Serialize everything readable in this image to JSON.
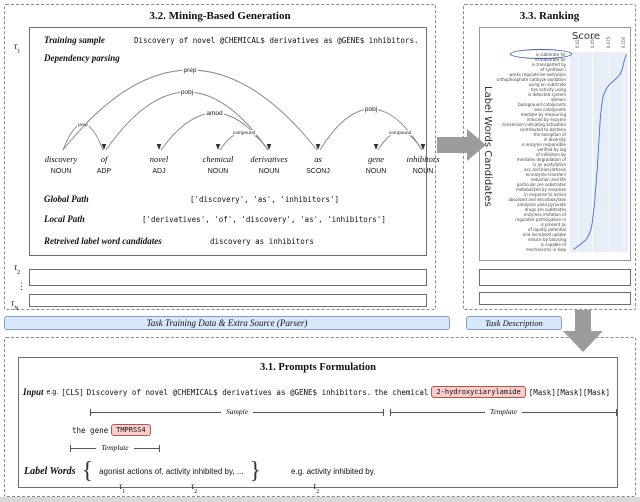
{
  "colors": {
    "chip_fill": "#f8cecc",
    "chip_stroke": "#b85450",
    "bar_fill": "#dae8fc",
    "bar_stroke": "#7d9fd1",
    "curve": "#4a6fd4",
    "arrow_gray": "#9c9c9c",
    "ellipse": "#3a5bbf"
  },
  "mining": {
    "title": "3.2. Mining-Based Generation",
    "tau1": {
      "sym": "τ",
      "sub": "1"
    },
    "tau2": {
      "sym": "τ",
      "sub": "2"
    },
    "tauN": {
      "sym": "τ",
      "sub": "N"
    },
    "dots": "⋮",
    "training_sample_label": "Training sample",
    "training_sample_text": "Discovery of novel @CHEMICAL$ derivatives as @GENE$ inhibitors.",
    "dependency_label": "Dependency parsing",
    "dependency": {
      "words": [
        {
          "text": "discovery",
          "pos": "NOUN"
        },
        {
          "text": "of",
          "pos": "ADP"
        },
        {
          "text": "novel",
          "pos": "ADJ"
        },
        {
          "text": "chemical",
          "pos": "NOUN"
        },
        {
          "text": "derivatives",
          "pos": "NOUN"
        },
        {
          "text": "as",
          "pos": "SCONJ"
        },
        {
          "text": "gene",
          "pos": "NOUN"
        },
        {
          "text": "inhibitors",
          "pos": "NOUN"
        }
      ],
      "arcs": [
        {
          "label": "prep",
          "from": 0,
          "to": 1
        },
        {
          "label": "prep",
          "from": 0,
          "to": 5
        },
        {
          "label": "pobj",
          "from": 1,
          "to": 4
        },
        {
          "label": "amod",
          "from": 4,
          "to": 2
        },
        {
          "label": "compound",
          "from": 4,
          "to": 3
        },
        {
          "label": "pobj",
          "from": 5,
          "to": 7
        },
        {
          "label": "compound",
          "from": 7,
          "to": 6
        }
      ]
    },
    "global_path_label": "Global Path",
    "global_path_value": "['discovery', 'as', 'inhibitors']",
    "local_path_label": "Local Path",
    "local_path_value": "['derivatives', 'of', 'discovery', 'as', 'inhibitors']",
    "retrieved_label": "Retreived label word candidates",
    "retrieved_value": "discovery as inhibitors",
    "footer_bar": "Task Training Data & Extra Source (Parser)"
  },
  "ranking": {
    "title": "3.3. Ranking",
    "footer_bar": "Task Description"
  },
  "prompts": {
    "title": "3.1. Prompts Formulation",
    "input_label": "Input",
    "eg_label": "e.g.",
    "cls_token": "[CLS]",
    "sentence": "Discovery of novel @CHEMICAL$ derivatives as @GENE$ inhibitors.",
    "the_chemical": "the chemical",
    "chemical_chip": "2-hydroxyciarylamide",
    "mask_tokens": "[Mask][Mask][Mask]",
    "sample_bracket_label": "Sample",
    "template_bracket_label": "Template",
    "the_gene": "the gene",
    "gene_chip": "TMPRSS4",
    "template_bracket2_label": "Template",
    "label_words_label": "Label Words",
    "brace_open": "{",
    "brace_close": "}",
    "label_words_set": "agonist actions of, activity inhibited by, ...",
    "example_text": "e.g. activity inhibited by.",
    "tau1": {
      "sym": "τ",
      "sub": "1"
    },
    "tau2": {
      "sym": "τ",
      "sub": "2"
    },
    "tau2b": {
      "sym": "τ",
      "sub": "2"
    }
  },
  "chart_data": {
    "type": "line",
    "title": "Score",
    "ylabel": "Label Words Candidates",
    "xticks": [
      "0.025",
      "0.050",
      "0.075",
      "0.100"
    ],
    "circled_label": "is substrate for",
    "legend_position": "none",
    "grid": true,
    "categories": [
      "is substrate for",
      "of substrate for",
      "is transported by",
      "of synthase i",
      "works regulate be execution",
      "orthophosphate catalyze oxidation",
      "using an substrate",
      "has activity using",
      "is detected system",
      "domain",
      "background catalysants",
      "one catalysants",
      "mediate by measuring",
      "induced by enzyme",
      "conversion indicating activation",
      "contributed to bacteria",
      "the exception of",
      "in diversity",
      "is enzyme responsible",
      "verified by log",
      "of inhibitors by",
      "mediates degradation of",
      "is an acetylation",
      "acc and biosynthesis",
      "to enzyme transfers",
      "reduction and life",
      "particular are substrates",
      "metabolized by enzymes",
      "in response to action",
      "absorbed and decarboxylase",
      "catalyzes yield pyruvate",
      "drugs are substrates",
      "enzymes imitation of",
      "regulated participation in",
      "is present as",
      "of rapidly potential",
      "one increased uptake",
      "reduce by blocking",
      "is capable of",
      "mechanisms in loop"
    ],
    "values": [
      0.97,
      0.94,
      0.92,
      0.9,
      0.86,
      0.78,
      0.68,
      0.62,
      0.58,
      0.56,
      0.55,
      0.54,
      0.53,
      0.52,
      0.515,
      0.51,
      0.505,
      0.5,
      0.495,
      0.49,
      0.485,
      0.48,
      0.475,
      0.47,
      0.46,
      0.455,
      0.45,
      0.44,
      0.435,
      0.43,
      0.42,
      0.41,
      0.4,
      0.39,
      0.38,
      0.36,
      0.33,
      0.28,
      0.18,
      0.06
    ]
  }
}
